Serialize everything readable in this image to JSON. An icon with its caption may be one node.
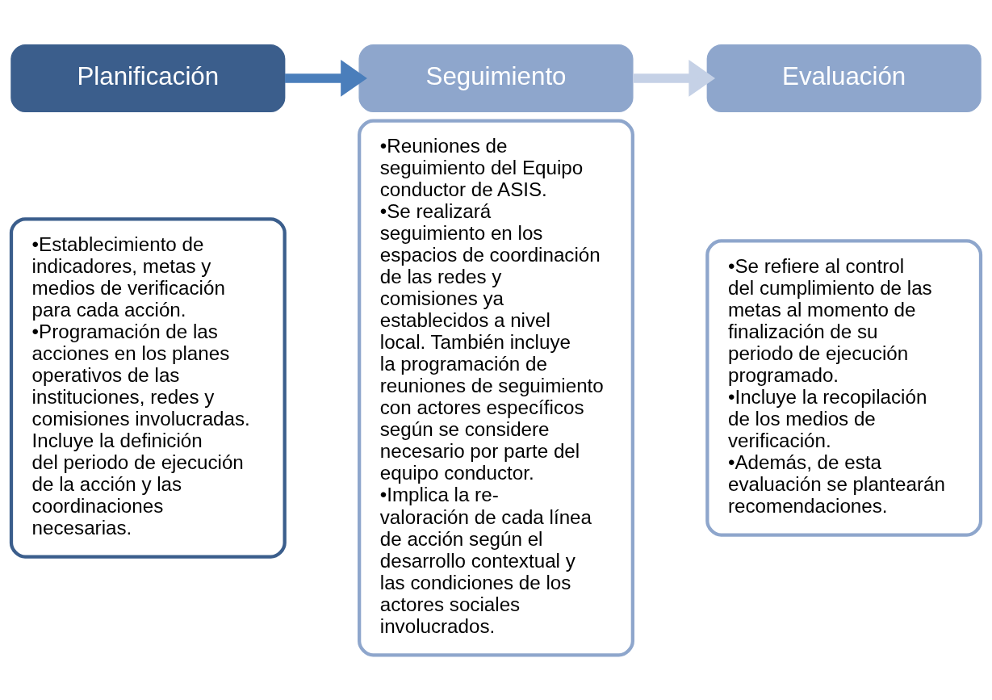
{
  "diagram": {
    "nodes": [
      {
        "text": [
          "Planificación"
        ]
      },
      {
        "text": [
          "•Establecimiento de indicadores, metas y medios de verificación para cada acción.",
          "•Programación de las acciones en los planes operativos de las instituciones, redes y comisiones involucradas. Incluye la definición del periodo de ejecución de la acción y las coordinaciones necesarias."
        ]
      },
      {
        "text": [
          "Seguimiento"
        ]
      },
      {
        "text": [
          "•Reuniones de seguimiento del Equipo conductor de ASIS.",
          "•Se realizará seguimiento en los espacios de coordinación de las redes y comisiones ya establecidos a nivel local. También incluye la programación de reuniones de seguimiento con actores específicos según se considere necesario por parte del equipo conductor.",
          "•Implica la re-valoración de cada línea de acción según el desarrollo contextual y las condiciones de los actores sociales involucrados."
        ]
      },
      {
        "text": [
          "Evaluación"
        ]
      },
      {
        "text": [
          "•Se refiere al control del cumplimiento de las metas al momento de finalización de su periodo de ejecución programado.",
          "•Incluye la recopilación de los medios de verificación.",
          "•Además, de esta evaluación se plantearán recomendaciones."
        ]
      }
    ],
    "edges": [
      {
        "from": 0,
        "to": 2,
        "arrow": "to"
      },
      {
        "from": 2,
        "to": 4,
        "arrow": "to",
        "color": "#c5d1e6"
      }
    ]
  }
}
